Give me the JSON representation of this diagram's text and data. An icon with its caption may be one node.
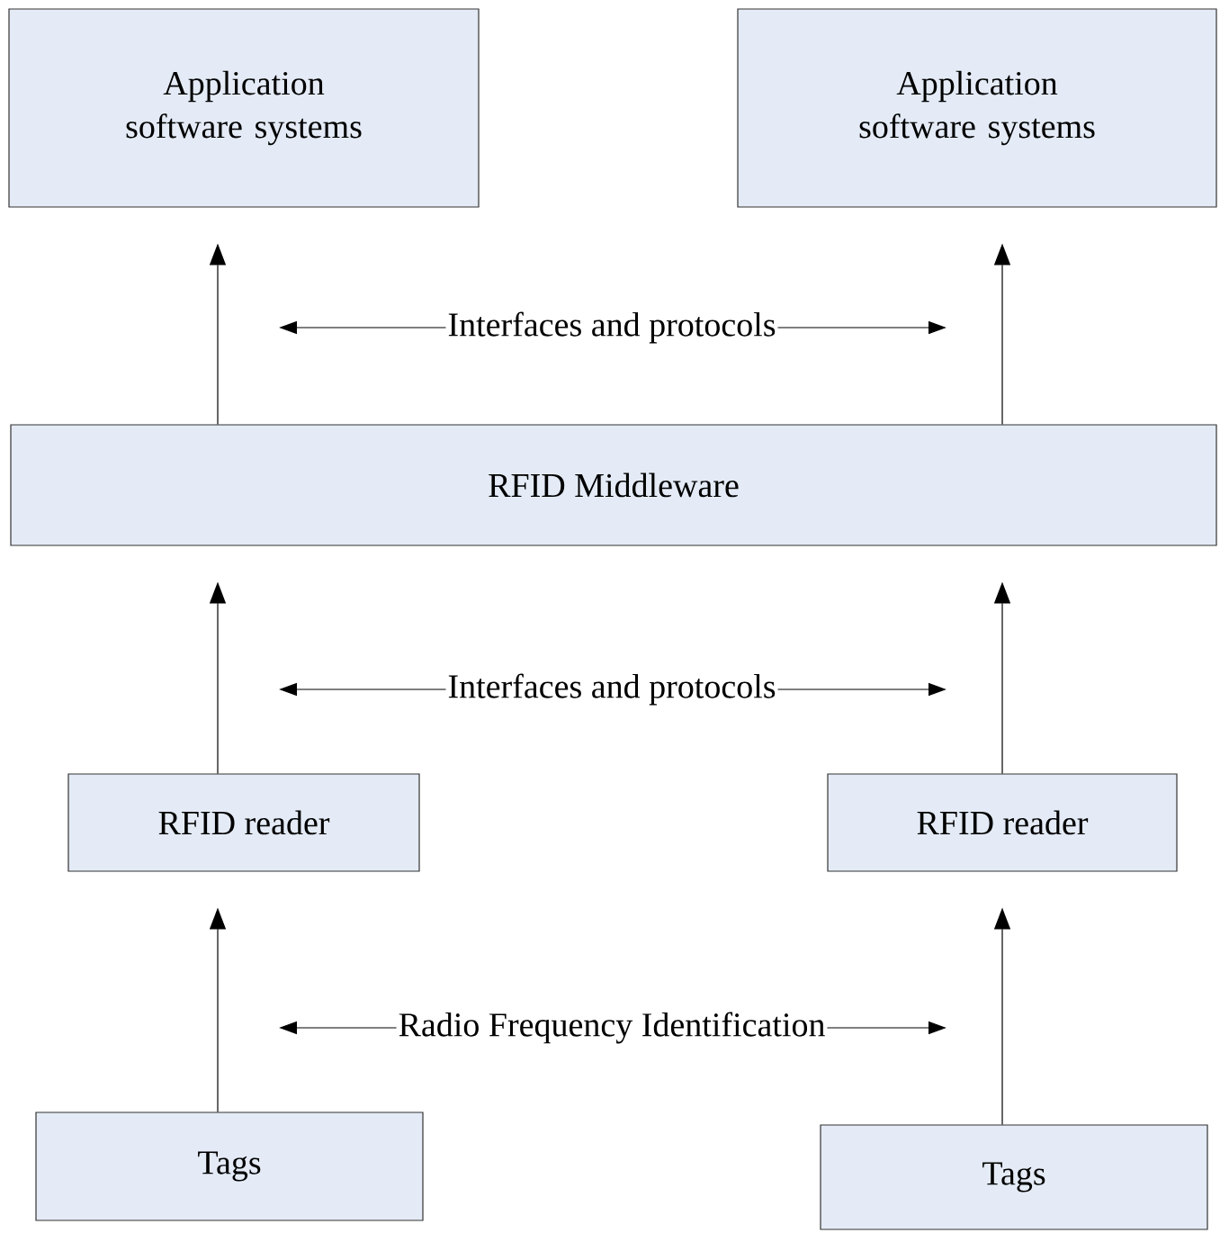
{
  "diagram": {
    "nodes": [
      {
        "text": [
          "Application software systems"
        ]
      },
      {
        "text": [
          "Application software systems"
        ]
      },
      {
        "text": [
          "RFID  Middleware"
        ]
      },
      {
        "text": [
          "RFID reader"
        ]
      },
      {
        "text": [
          "RFID reader"
        ]
      },
      {
        "text": [
          "Tags"
        ]
      },
      {
        "text": [
          "Tags"
        ]
      }
    ],
    "edges": [
      {
        "from": 2,
        "to": 0,
        "arrow": "to"
      },
      {
        "from": 2,
        "to": 1,
        "arrow": "to"
      },
      {
        "from": 3,
        "to": 2,
        "arrow": "to"
      },
      {
        "from": 4,
        "to": 2,
        "arrow": "to"
      },
      {
        "from": 5,
        "to": 3,
        "arrow": "to"
      },
      {
        "from": 6,
        "to": 4,
        "arrow": "to"
      }
    ],
    "labels": [
      "Interfaces and protocols",
      "Interfaces and protocols",
      "Radio Frequency Identification"
    ]
  }
}
